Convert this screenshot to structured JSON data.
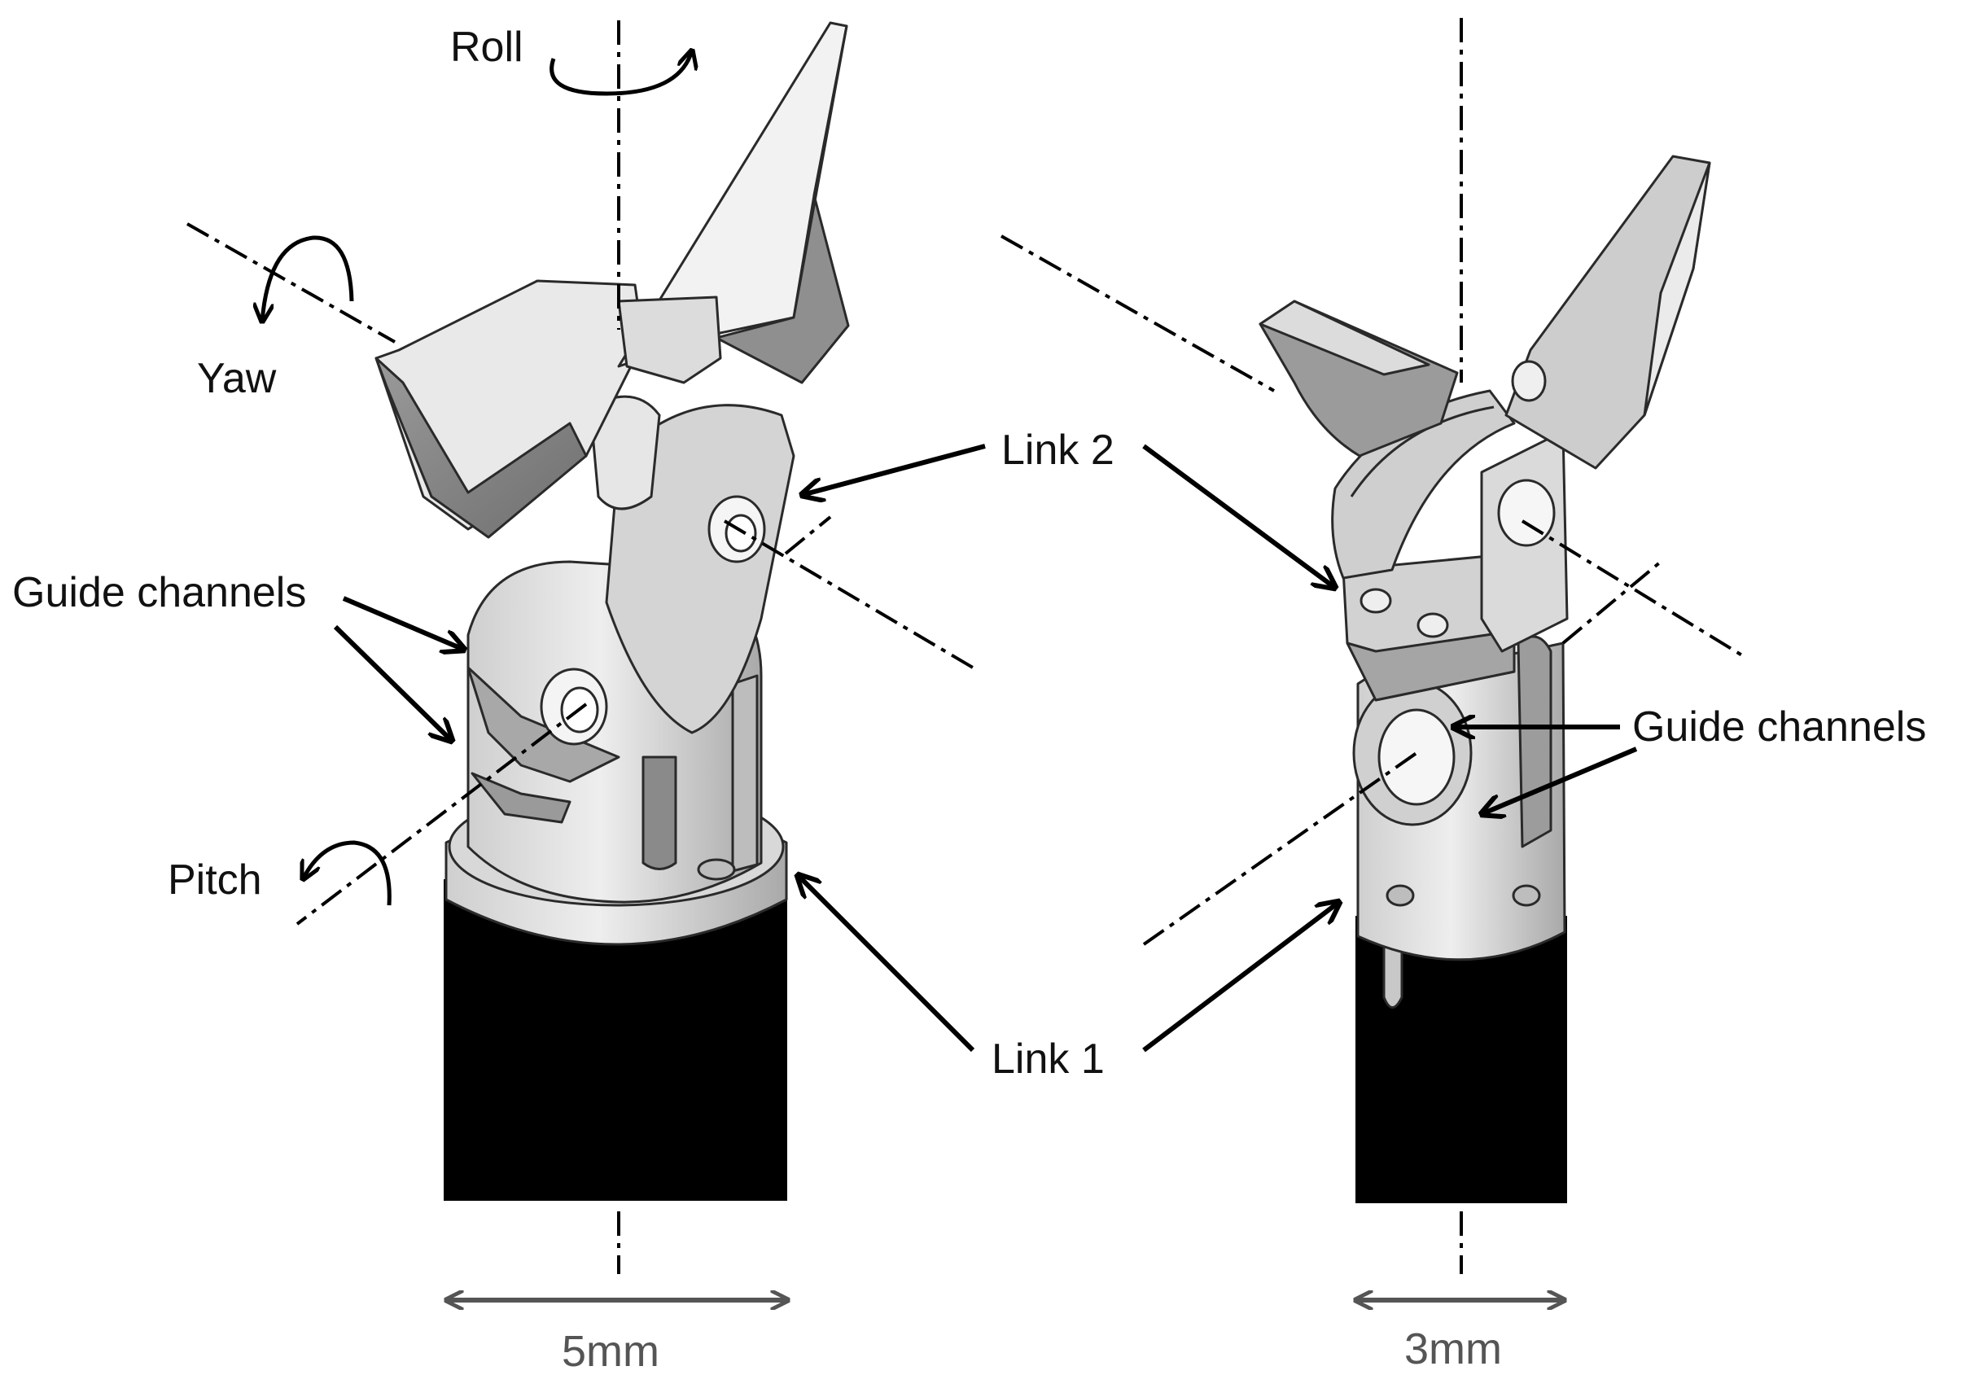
{
  "labels": {
    "roll": "Roll",
    "yaw": "Yaw",
    "pitch": "Pitch",
    "link2": "Link 2",
    "link1": "Link 1",
    "guide_left": "Guide channels",
    "guide_right": "Guide channels"
  },
  "dimensions": {
    "left": "5mm",
    "right": "3mm"
  },
  "colors": {
    "shaft": "#000000",
    "metal_light": "#e2e2e2",
    "metal_mid": "#b9b9b9",
    "metal_dark": "#7f7f7f",
    "dimension": "#555555"
  }
}
